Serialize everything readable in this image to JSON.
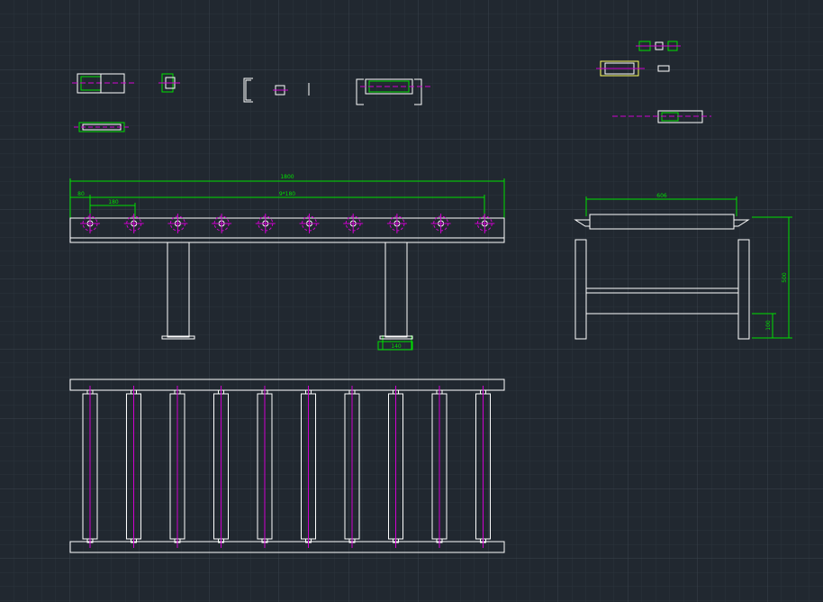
{
  "colors": {
    "background": "#212830",
    "grid_minor": "#2b333c",
    "grid_major": "#39424c",
    "line": "#ffffff",
    "dimension": "#00e000",
    "centerline": "#d000d0",
    "highlight": "#ffff60"
  },
  "drawing": {
    "front_view": {
      "overall_dim": "1800",
      "edge_dim": "80",
      "pitch_dim": "180",
      "chain_dim": "9*180",
      "foot_dim": "140",
      "roller_count": 10
    },
    "side_view": {
      "width_dim": "606",
      "height_dim": "500",
      "foot_height_dim": "100"
    },
    "plan_view": {
      "roller_count": 10
    }
  }
}
